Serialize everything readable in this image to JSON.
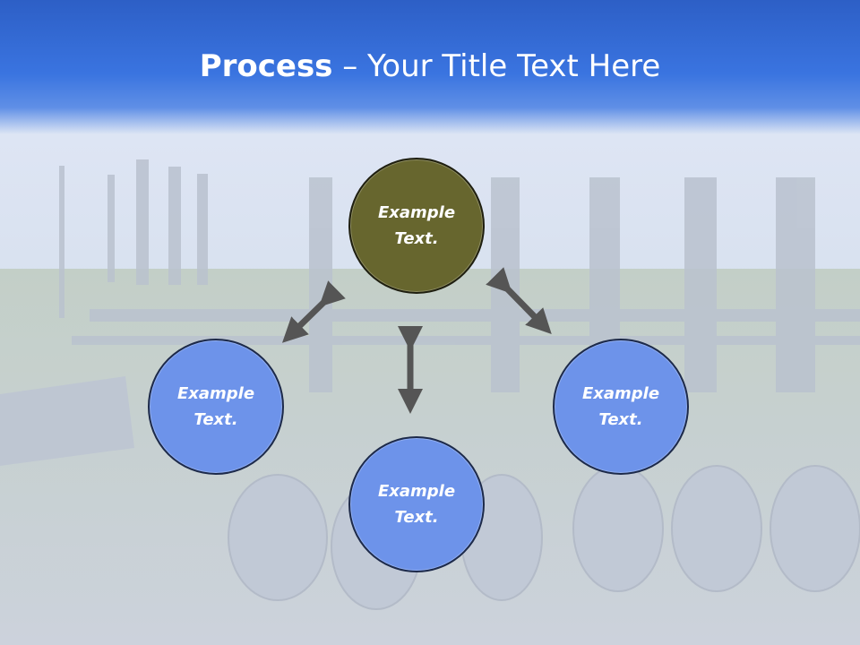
{
  "slide": {
    "title_bold": "Process",
    "title_rest": " – Your Title Text Here"
  },
  "nodes": {
    "top": "Example Text.",
    "left": "Example Text.",
    "right": "Example Text.",
    "bottom": "Example Text."
  },
  "colors": {
    "title_band": "#3a74e0",
    "node_blue": "#6d93ea",
    "node_olive": "#67662e",
    "arrow": "#555555"
  }
}
